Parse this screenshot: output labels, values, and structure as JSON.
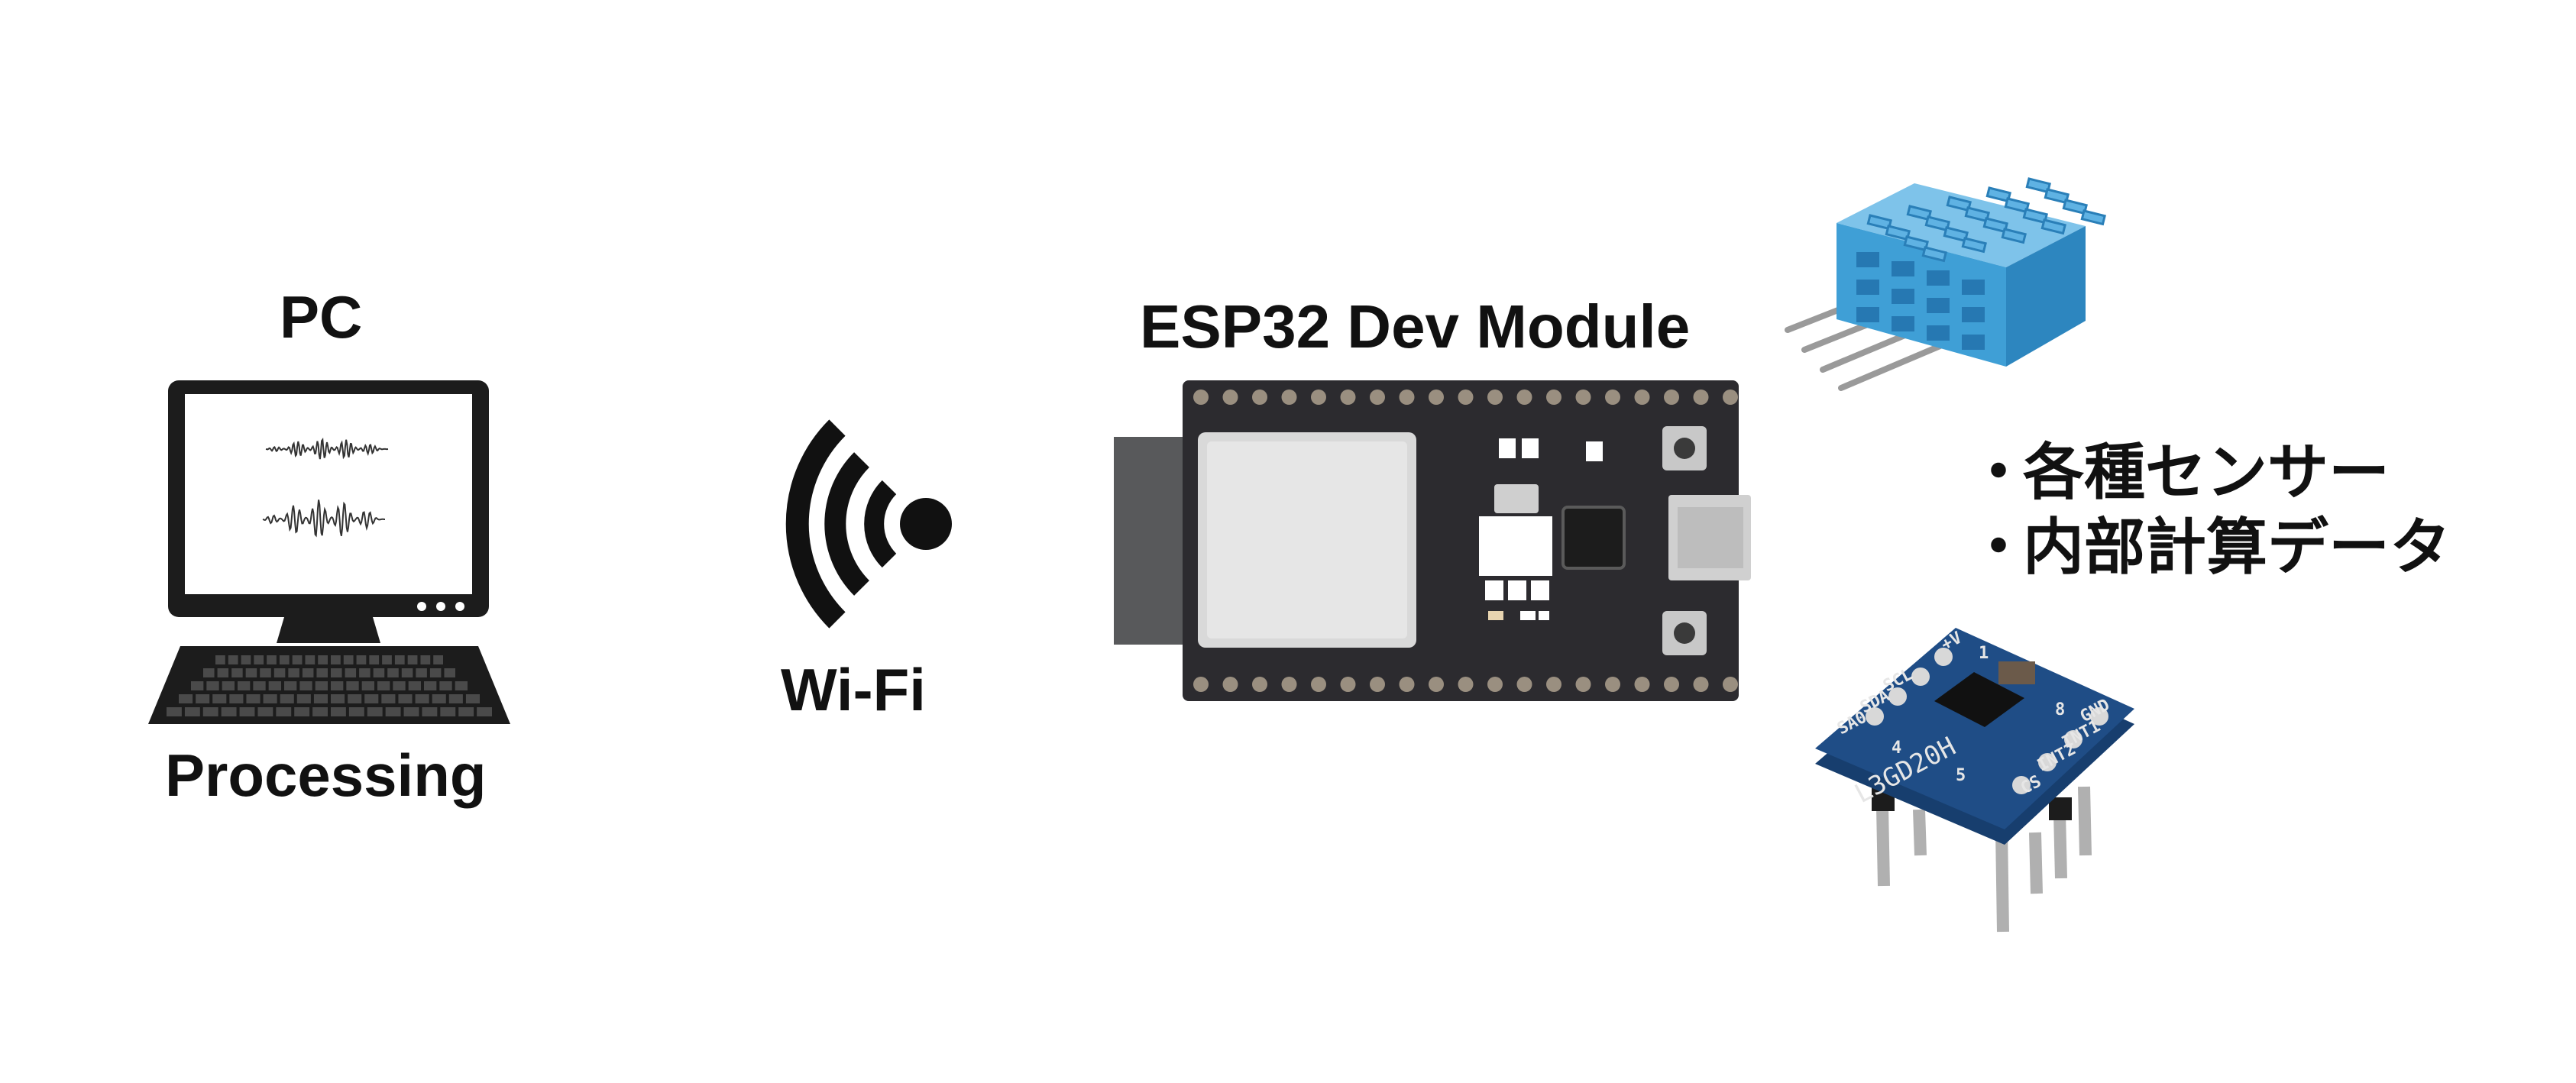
{
  "labels": {
    "pc": "PC",
    "processing": "Processing",
    "wifi": "Wi-Fi",
    "module": "ESP32 Dev Module"
  },
  "data_items": [
    {
      "bullet": "・",
      "text": "各種センサー"
    },
    {
      "bullet": "・",
      "text": "内部計算データ"
    }
  ],
  "imu_board": {
    "chip_name": "L3GD20H",
    "pin_labels": [
      "+V",
      "SCL",
      "SDA",
      "SA0",
      "GND",
      "INT1",
      "INT2",
      "CS",
      "1",
      "8",
      "4",
      "5"
    ]
  },
  "icons": {
    "computer": "desktop-computer-icon",
    "waveform": "audio-waveform-icon",
    "wireless": "wifi-signal-icon",
    "board": "esp32-board",
    "temp_sensor": "dht11-sensor",
    "gyro_sensor": "gyro-sensor-board"
  },
  "colors": {
    "text": "#111111",
    "board_pcb": "#2c2b2f",
    "sensor_blue": "#3f9fd6",
    "imu_pcb": "#1f4d86"
  }
}
